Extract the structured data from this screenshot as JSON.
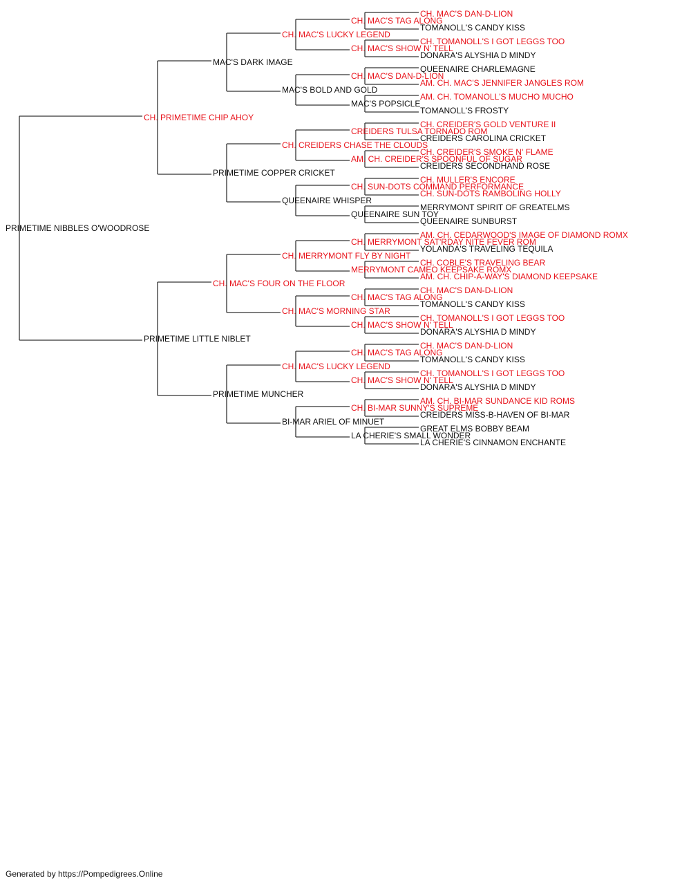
{
  "colors": {
    "champion": "#e8131b",
    "regular": "#111111",
    "line": "#333333"
  },
  "pedigree": {
    "name": "PRIMETIME NIBBLES O'WOODROSE",
    "champion": false,
    "sire": {
      "name": "CH. PRIMETIME CHIP AHOY",
      "champion": true,
      "sire": {
        "name": "MAC'S DARK IMAGE",
        "champion": false,
        "sire": {
          "name": "CH. MAC'S LUCKY LEGEND",
          "champion": true,
          "sire": {
            "name": "CH. MAC'S TAG ALONG",
            "champion": true,
            "sire": {
              "name": "CH. MAC'S DAN-D-LION",
              "champion": true
            },
            "dam": {
              "name": "TOMANOLL'S CANDY KISS",
              "champion": false
            }
          },
          "dam": {
            "name": "CH. MAC'S SHOW N' TELL",
            "champion": true,
            "sire": {
              "name": "CH. TOMANOLL'S I GOT LEGGS TOO",
              "champion": true
            },
            "dam": {
              "name": "DONARA'S ALYSHIA D MINDY",
              "champion": false
            }
          }
        },
        "dam": {
          "name": "MAC'S BOLD AND GOLD",
          "champion": false,
          "sire": {
            "name": "CH. MAC'S DAN-D-LION",
            "champion": true,
            "sire": {
              "name": "QUEENAIRE CHARLEMAGNE",
              "champion": false
            },
            "dam": {
              "name": "AM. CH. MAC'S JENNIFER JANGLES ROM",
              "champion": true
            }
          },
          "dam": {
            "name": "MAC'S POPSICLE",
            "champion": false,
            "sire": {
              "name": "AM. CH. TOMANOLL'S MUCHO MUCHO",
              "champion": true
            },
            "dam": {
              "name": "TOMANOLL'S FROSTY",
              "champion": false
            }
          }
        }
      },
      "dam": {
        "name": "PRIMETIME COPPER CRICKET",
        "champion": false,
        "sire": {
          "name": "CH. CREIDERS CHASE THE CLOUDS",
          "champion": true,
          "sire": {
            "name": "CREIDERS TULSA TORNADO ROM",
            "champion": true,
            "sire": {
              "name": "CH. CREIDER'S GOLD VENTURE II",
              "champion": true
            },
            "dam": {
              "name": "CREIDERS CAROLINA CRICKET",
              "champion": false
            }
          },
          "dam": {
            "name": "AM. CH. CREIDER'S SPOONFUL OF SUGAR",
            "champion": true,
            "sire": {
              "name": "CH. CREIDER'S SMOKE N' FLAME",
              "champion": true
            },
            "dam": {
              "name": "CREIDERS SECONDHAND ROSE",
              "champion": false
            }
          }
        },
        "dam": {
          "name": "QUEENAIRE WHISPER",
          "champion": false,
          "sire": {
            "name": "CH. SUN-DOTS COMMAND PERFORMANCE",
            "champion": true,
            "sire": {
              "name": "CH. MULLER'S ENCORE",
              "champion": true
            },
            "dam": {
              "name": "CH. SUN-DOTS RAMBOLING HOLLY",
              "champion": true
            }
          },
          "dam": {
            "name": "QUEENAIRE SUN TOY",
            "champion": false,
            "sire": {
              "name": "MERRYMONT SPIRIT OF GREATELMS",
              "champion": false
            },
            "dam": {
              "name": "QUEENAIRE SUNBURST",
              "champion": false
            }
          }
        }
      }
    },
    "dam": {
      "name": "PRIMETIME LITTLE NIBLET",
      "champion": false,
      "sire": {
        "name": "CH. MAC'S FOUR ON THE FLOOR",
        "champion": true,
        "sire": {
          "name": "CH. MERRYMONT FLY BY NIGHT",
          "champion": true,
          "sire": {
            "name": "CH. MERRYMONT SAT'RDAY NITE FEVER ROM",
            "champion": true,
            "sire": {
              "name": "AM. CH. CEDARWOOD'S IMAGE OF DIAMOND ROMX",
              "champion": true
            },
            "dam": {
              "name": "YOLANDA'S TRAVELING TEQUILA",
              "champion": false
            }
          },
          "dam": {
            "name": "MERRYMONT CAMEO KEEPSAKE ROMX",
            "champion": true,
            "sire": {
              "name": "CH. COBLE'S TRAVELING BEAR",
              "champion": true
            },
            "dam": {
              "name": "AM. CH. CHIP-A-WAY'S DIAMOND KEEPSAKE",
              "champion": true
            }
          }
        },
        "dam": {
          "name": "CH. MAC'S MORNING STAR",
          "champion": true,
          "sire": {
            "name": "CH. MAC'S TAG ALONG",
            "champion": true,
            "sire": {
              "name": "CH. MAC'S DAN-D-LION",
              "champion": true
            },
            "dam": {
              "name": "TOMANOLL'S CANDY KISS",
              "champion": false
            }
          },
          "dam": {
            "name": "CH. MAC'S SHOW N' TELL",
            "champion": true,
            "sire": {
              "name": "CH. TOMANOLL'S I GOT LEGGS TOO",
              "champion": true
            },
            "dam": {
              "name": "DONARA'S ALYSHIA D MINDY",
              "champion": false
            }
          }
        }
      },
      "dam": {
        "name": "PRIMETIME MUNCHER",
        "champion": false,
        "sire": {
          "name": "CH. MAC'S LUCKY LEGEND",
          "champion": true,
          "sire": {
            "name": "CH. MAC'S TAG ALONG",
            "champion": true,
            "sire": {
              "name": "CH. MAC'S DAN-D-LION",
              "champion": true
            },
            "dam": {
              "name": "TOMANOLL'S CANDY KISS",
              "champion": false
            }
          },
          "dam": {
            "name": "CH. MAC'S SHOW N' TELL",
            "champion": true,
            "sire": {
              "name": "CH. TOMANOLL'S I GOT LEGGS TOO",
              "champion": true
            },
            "dam": {
              "name": "DONARA'S ALYSHIA D MINDY",
              "champion": false
            }
          }
        },
        "dam": {
          "name": "BI-MAR ARIEL OF MINUET",
          "champion": false,
          "sire": {
            "name": "CH. BI-MAR SUNNY'S SUPREME",
            "champion": true,
            "sire": {
              "name": "AM. CH. BI-MAR SUNDANCE KID ROMS",
              "champion": true
            },
            "dam": {
              "name": "CREIDERS MISS-B-HAVEN OF BI-MAR",
              "champion": false
            }
          },
          "dam": {
            "name": "LA CHERIE'S SMALL WONDER",
            "champion": false,
            "sire": {
              "name": "GREAT ELMS BOBBY BEAM",
              "champion": false
            },
            "dam": {
              "name": "LA CHERIE'S CINNAMON ENCHANTE",
              "champion": false
            }
          }
        }
      }
    }
  },
  "footer": {
    "text": "Generated by https://Pompedigrees.Online"
  }
}
